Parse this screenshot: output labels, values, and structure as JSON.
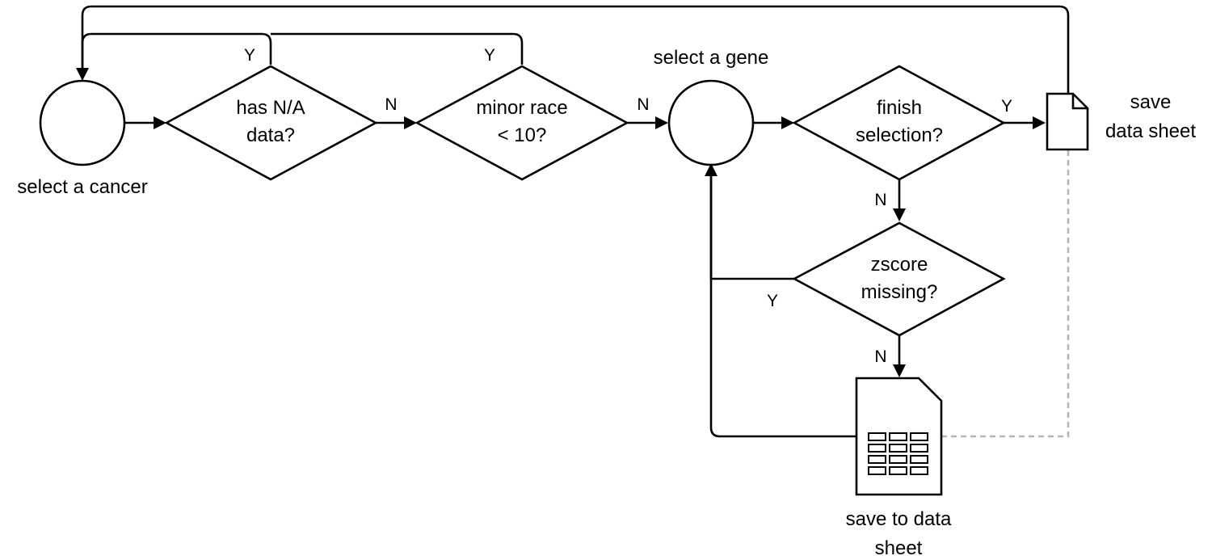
{
  "nodes": {
    "select_cancer": {
      "label": "select a cancer"
    },
    "has_na": {
      "line1": "has N/A",
      "line2": "data?"
    },
    "minor_race": {
      "line1": "minor race",
      "line2": "< 10?"
    },
    "select_gene": {
      "label": "select a gene"
    },
    "finish_selection": {
      "line1": "finish",
      "line2": "selection?"
    },
    "save_data_sheet": {
      "line1": "save",
      "line2": "data sheet"
    },
    "zscore_missing": {
      "line1": "zscore",
      "line2": "missing?"
    },
    "save_to_data_sheet": {
      "line1": "save to data",
      "line2": "sheet"
    }
  },
  "edge_labels": {
    "has_na_yes": "Y",
    "has_na_no": "N",
    "minor_race_yes": "Y",
    "minor_race_no": "N",
    "finish_yes": "Y",
    "finish_no": "N",
    "zscore_yes": "Y",
    "zscore_no": "N"
  }
}
